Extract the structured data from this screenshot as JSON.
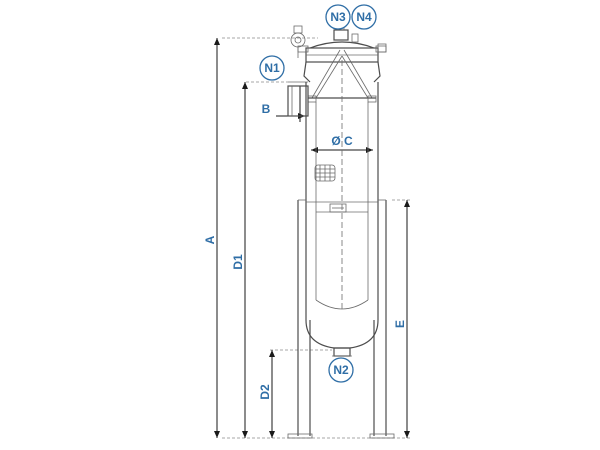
{
  "diagram": {
    "dimensions": {
      "A": "A",
      "B": "B",
      "C": "Ø C",
      "D1": "D1",
      "D2": "D2",
      "E": "E"
    },
    "nozzles": {
      "N1": "N1",
      "N2": "N2",
      "N3": "N3",
      "N4": "N4"
    },
    "colors": {
      "label": "#2f6ea6",
      "line": "#4d4d4d"
    }
  }
}
